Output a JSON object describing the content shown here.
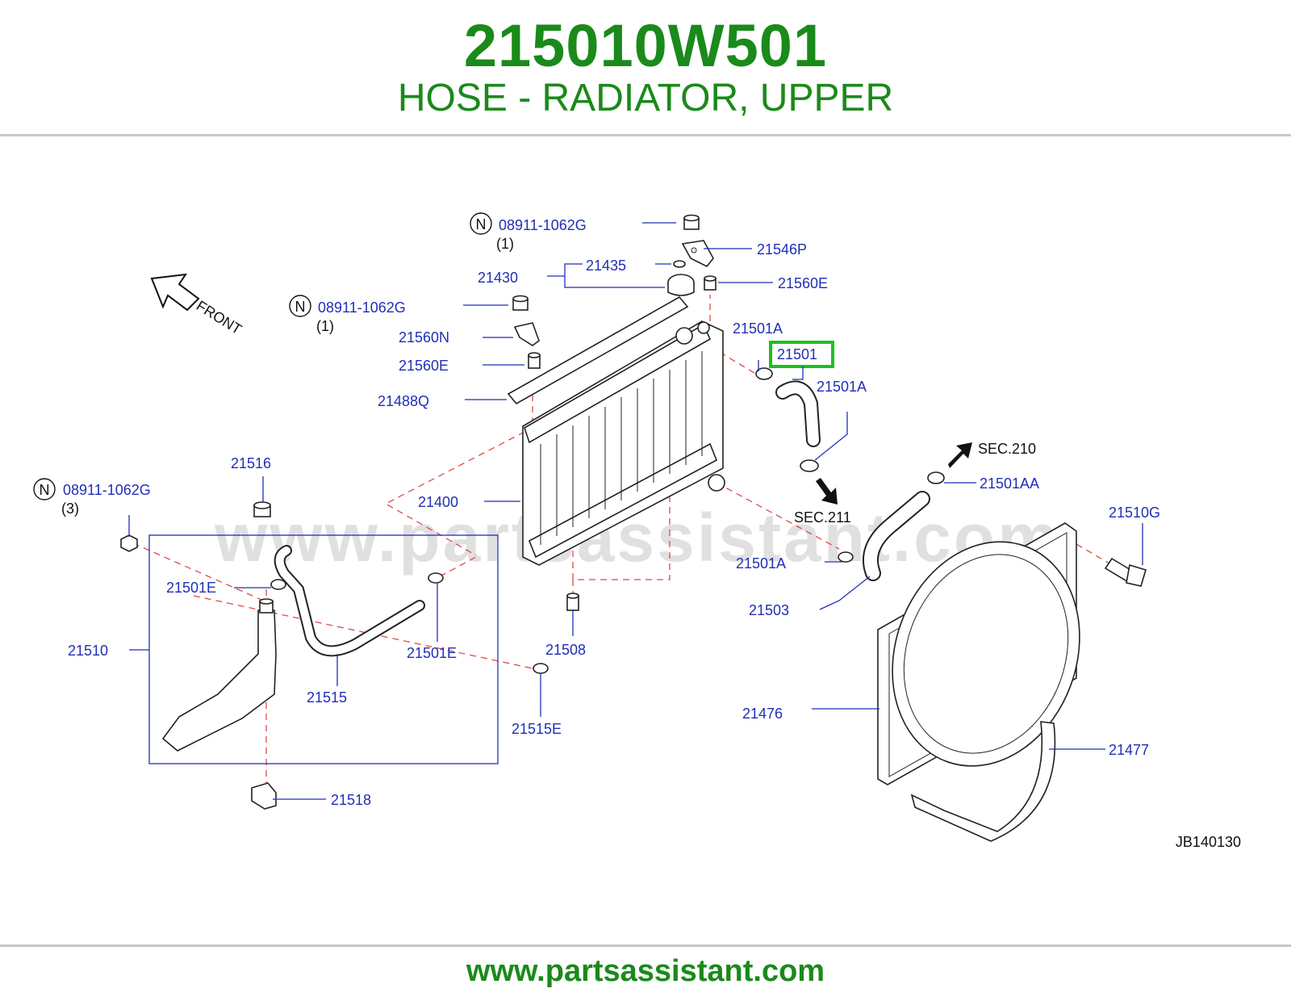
{
  "header": {
    "part_number": "215010W501",
    "description": "HOSE - RADIATOR, UPPER"
  },
  "diagram": {
    "watermark": "www.partsassistant.com",
    "front_label": "FRONT",
    "drawing_code": "JB140130",
    "highlighted_part": "21501",
    "highlight_color": "#1fbf1f",
    "label_color": "#1f2fb8",
    "leader_color": "#e04848",
    "labels": [
      {
        "id": "nut-top",
        "text": "08911-1062G",
        "note": "(1)",
        "circled": "N"
      },
      {
        "id": "nut-mid",
        "text": "08911-1062G",
        "note": "(1)",
        "circled": "N"
      },
      {
        "id": "nut-left",
        "text": "08911-1062G",
        "note": "(3)",
        "circled": "N"
      },
      {
        "id": "p21546P",
        "text": "21546P"
      },
      {
        "id": "p21435",
        "text": "21435"
      },
      {
        "id": "p21430",
        "text": "21430"
      },
      {
        "id": "p21560E-top",
        "text": "21560E"
      },
      {
        "id": "p21560N",
        "text": "21560N"
      },
      {
        "id": "p21560E-left",
        "text": "21560E"
      },
      {
        "id": "p21488Q",
        "text": "21488Q"
      },
      {
        "id": "p21501A-1",
        "text": "21501A"
      },
      {
        "id": "p21501",
        "text": "21501"
      },
      {
        "id": "p21501A-2",
        "text": "21501A"
      },
      {
        "id": "sec210",
        "text": "SEC.210"
      },
      {
        "id": "p21501AA",
        "text": "21501AA"
      },
      {
        "id": "sec211",
        "text": "SEC.211"
      },
      {
        "id": "p21510G",
        "text": "21510G"
      },
      {
        "id": "p21400",
        "text": "21400"
      },
      {
        "id": "p21516",
        "text": "21516"
      },
      {
        "id": "p21501A-3",
        "text": "21501A"
      },
      {
        "id": "p21503",
        "text": "21503"
      },
      {
        "id": "p21501E-1",
        "text": "21501E"
      },
      {
        "id": "p21510",
        "text": "21510"
      },
      {
        "id": "p21501E-2",
        "text": "21501E"
      },
      {
        "id": "p21508",
        "text": "21508"
      },
      {
        "id": "p21515",
        "text": "21515"
      },
      {
        "id": "p21515E",
        "text": "21515E"
      },
      {
        "id": "p21476",
        "text": "21476"
      },
      {
        "id": "p21477",
        "text": "21477"
      },
      {
        "id": "p21518",
        "text": "21518"
      }
    ]
  },
  "footer": {
    "url": "www.partsassistant.com"
  }
}
